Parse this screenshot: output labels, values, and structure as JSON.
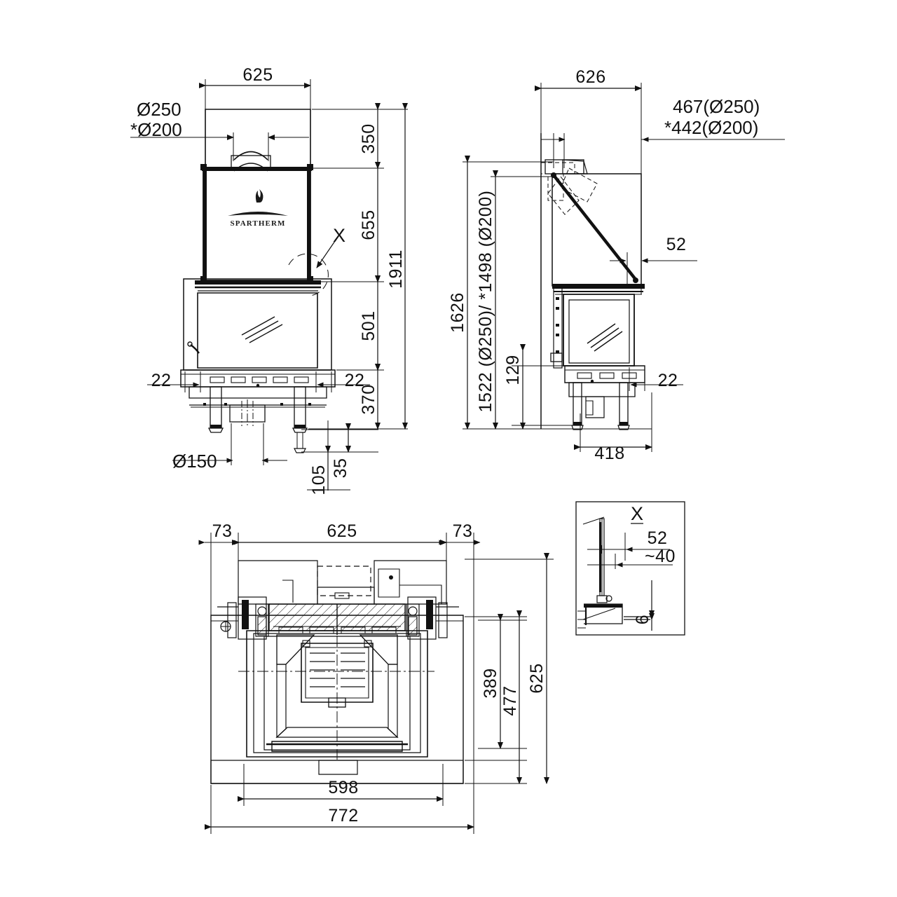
{
  "drawing": {
    "title": "Spartherm fireplace insert technical dimension drawing",
    "brand": "SPARTHERM",
    "units": "mm"
  },
  "front_view": {
    "name": "front-elevation",
    "dimensions": {
      "width_top": "625",
      "flue_dia_primary": "Ø250",
      "flue_dia_alt": "*Ø200",
      "h_top": "350",
      "h_upper_body": "655",
      "h_door": "501",
      "h_base": "370",
      "h_total": "1911",
      "offset_left": "22",
      "offset_right": "22",
      "air_inlet_dia": "Ø150",
      "base_gap": "35",
      "base_depth": "105",
      "detail_marker": "X"
    }
  },
  "side_view": {
    "name": "side-elevation",
    "dimensions": {
      "depth_top": "626",
      "flue_offset_primary": "467(Ø250)",
      "flue_offset_alt": "*442(Ø200)",
      "h_total": "1626",
      "h_flue_combo": "1522 (Ø250)/ *1498 (Ø200)",
      "h_lower": "129",
      "glass_offset": "52",
      "base_depth": "418",
      "offset_right": "22"
    }
  },
  "plan_view": {
    "name": "plan-view",
    "dimensions": {
      "side_left": "73",
      "body_width": "625",
      "side_right": "73",
      "inner_depth": "389",
      "mid_depth": "477",
      "outer_depth": "625",
      "frame_inner_width": "598",
      "frame_outer_width": "772"
    }
  },
  "detail_x": {
    "name": "detail-x",
    "label": "X",
    "dimensions": {
      "d1": "52",
      "d2": "~40",
      "d3": "6"
    }
  },
  "colors": {
    "line": "#111111",
    "thin": "#333333",
    "background": "#ffffff"
  }
}
